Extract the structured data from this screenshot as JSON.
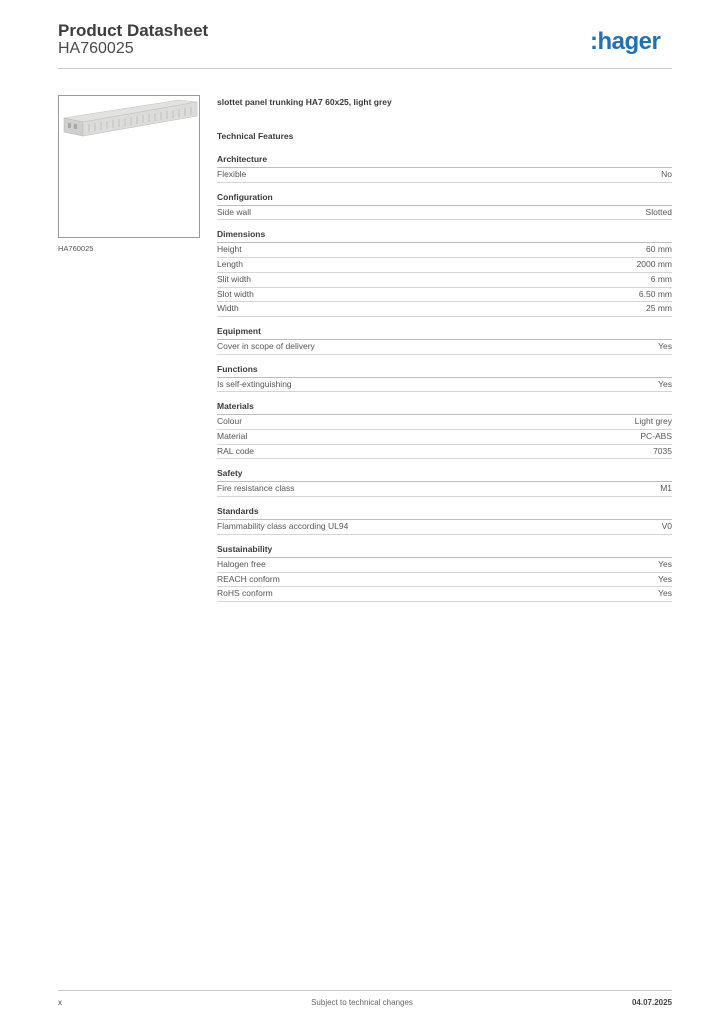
{
  "header": {
    "title": "Product Datasheet",
    "code": "HA760025",
    "brand": ":hager",
    "brand_color": "#1f71b8"
  },
  "image": {
    "caption": "HA760025",
    "icon": "trunking-product-image"
  },
  "product": {
    "description": "slottet panel trunking HA7 60x25, light grey"
  },
  "tech_title": "Technical Features",
  "sections": [
    {
      "title": "Architecture",
      "rows": [
        {
          "label": "Flexible",
          "value": "No"
        }
      ]
    },
    {
      "title": "Configuration",
      "rows": [
        {
          "label": "Side wall",
          "value": "Slotted"
        }
      ]
    },
    {
      "title": "Dimensions",
      "rows": [
        {
          "label": "Height",
          "value": "60 mm"
        },
        {
          "label": "Length",
          "value": "2000 mm"
        },
        {
          "label": "Slit width",
          "value": "6 mm"
        },
        {
          "label": "Slot width",
          "value": "6.50 mm"
        },
        {
          "label": "Width",
          "value": "25 mm"
        }
      ]
    },
    {
      "title": "Equipment",
      "rows": [
        {
          "label": "Cover in scope of delivery",
          "value": "Yes"
        }
      ]
    },
    {
      "title": "Functions",
      "rows": [
        {
          "label": "Is self-extinguishing",
          "value": "Yes"
        }
      ]
    },
    {
      "title": "Materials",
      "rows": [
        {
          "label": "Colour",
          "value": "Light grey"
        },
        {
          "label": "Material",
          "value": "PC-ABS"
        },
        {
          "label": "RAL code",
          "value": "7035"
        }
      ]
    },
    {
      "title": "Safety",
      "rows": [
        {
          "label": "Fire resistance class",
          "value": "M1"
        }
      ]
    },
    {
      "title": "Standards",
      "rows": [
        {
          "label": "Flammability class according UL94",
          "value": "V0"
        }
      ]
    },
    {
      "title": "Sustainability",
      "rows": [
        {
          "label": "Halogen free",
          "value": "Yes"
        },
        {
          "label": "REACH conform",
          "value": "Yes"
        },
        {
          "label": "RoHS conform",
          "value": "Yes"
        }
      ]
    }
  ],
  "footer": {
    "left": "x",
    "center": "Subject to technical changes",
    "right": "04.07.2025"
  }
}
